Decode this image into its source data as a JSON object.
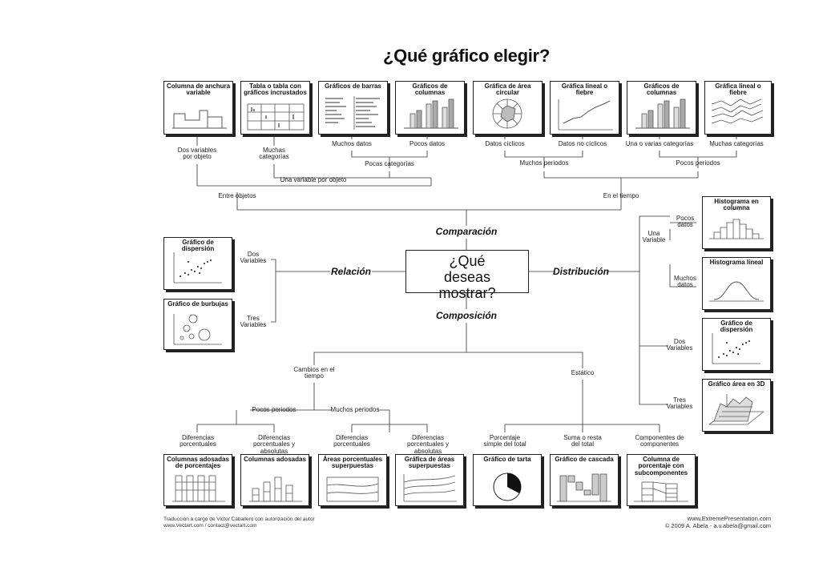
{
  "title": "¿Qué gráfico elegir?",
  "center_question": "¿Qué deseas mostrar?",
  "categories": {
    "comparison": "Comparación",
    "relation": "Relación",
    "distribution": "Distribución",
    "composition": "Composición"
  },
  "top_charts": [
    "Columna de anchura variable",
    "Tabla o tabla con gráficos incrustados",
    "Gráficos de barras",
    "Gráficos de columnas",
    "Gráfica de área circular",
    "Gráfica lineal o fiebre",
    "Gráficos de columnas",
    "Gráfica lineal o fiebre"
  ],
  "top_labels": {
    "two_vars": "Dos variables por objeto",
    "many_cats": "Muchas categorías",
    "many_items": "Muchos datos",
    "few_items": "Pocos datos",
    "cyclic": "Datos cíclicos",
    "non_cyclic": "Datos no cíclicos",
    "one_or_more_cats": "Una o varias categorías",
    "many_cats2": "Muchas categorías",
    "few_cats": "Pocas categorías",
    "many_periods": "Muchos periodos",
    "few_periods": "Pocos periodos",
    "one_var": "Una variable por objeto",
    "among_items": "Entre objetos",
    "over_time": "En el tiempo"
  },
  "relation": {
    "charts": [
      "Gráfico de dispersión",
      "Gráfico de burbujas"
    ],
    "two_vars": "Dos Variables",
    "three_vars": "Tres Variables"
  },
  "distribution": {
    "charts": [
      "Histograma en columna",
      "Histograma lineal",
      "Gráfico de dispersión",
      "Gráfico área en 3D"
    ],
    "single_var": "Una Variable",
    "few_points": "Pocos datos",
    "many_points": "Muchos datos",
    "two_vars": "Dos Variables",
    "three_vars": "Tres Variables"
  },
  "composition": {
    "changing": "Cambios en el tiempo",
    "static": "Estático",
    "few_periods": "Pocos periodos",
    "many_periods": "Muchos periodos",
    "rel_diff": "Diferencias porcentuales",
    "rel_abs": "Diferencias porcentuales y absolutas",
    "rel_diff2": "Diferencias porcentuales",
    "rel_abs2": "Diferencias porcentuales y absolutas",
    "simple_share": "Porcentaje simple del total",
    "accumulation": "Suma o resta del total",
    "components": "Componentes de componentes",
    "charts": [
      "Columnas adosadas de porcentajes",
      "Columnas adosadas",
      "Áreas porcentuales superpuestas",
      "Gráfica de áreas superpuestas",
      "Gráfico de tarta",
      "Gráfico de cascada",
      "Columna de porcentaje con subcomponentes"
    ]
  },
  "footer": {
    "translation": "Traducción a cargo de Victor Caballero con autorización del autor",
    "contact": "www.Vectart.com / contact@vectart.com",
    "site": "www.ExtremePresentation.com",
    "copyright": "© 2009 A. Abela - a.v.abela@gmail.com"
  }
}
